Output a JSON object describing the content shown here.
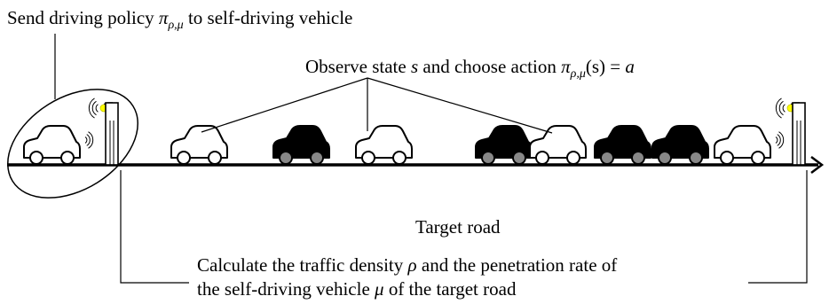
{
  "diagram": {
    "send_policy": {
      "text_before": "Send driving policy ",
      "pi": "π",
      "subscript": "ρ,μ",
      "text_after": " to self-driving vehicle"
    },
    "observe": {
      "text_before": "Observe state ",
      "state": "s",
      "text_mid": " and choose action ",
      "pi": "π",
      "subscript": "ρ,μ",
      "arg": "(s) = ",
      "action": "a"
    },
    "road_label": "Target road",
    "calc": {
      "line1_before": "Calculate the traffic density ",
      "rho": "ρ",
      "line1_after": " and the penetration rate of",
      "line2_before": "the self-driving vehicle ",
      "mu": "μ",
      "line2_after": " of the target road"
    },
    "vehicles": [
      {
        "kind": "self-driving",
        "fill": "#ffffff"
      },
      {
        "kind": "self-driving",
        "fill": "#ffffff"
      },
      {
        "kind": "human-driven",
        "fill": "#000000"
      },
      {
        "kind": "self-driving",
        "fill": "#ffffff"
      },
      {
        "kind": "human-driven",
        "fill": "#000000"
      },
      {
        "kind": "self-driving",
        "fill": "#ffffff"
      },
      {
        "kind": "human-driven",
        "fill": "#000000"
      },
      {
        "kind": "human-driven",
        "fill": "#000000"
      },
      {
        "kind": "self-driving",
        "fill": "#ffffff"
      }
    ],
    "colors": {
      "line": "#000000",
      "lamp": "#ffff00",
      "wheel_hub": "#888888"
    }
  }
}
